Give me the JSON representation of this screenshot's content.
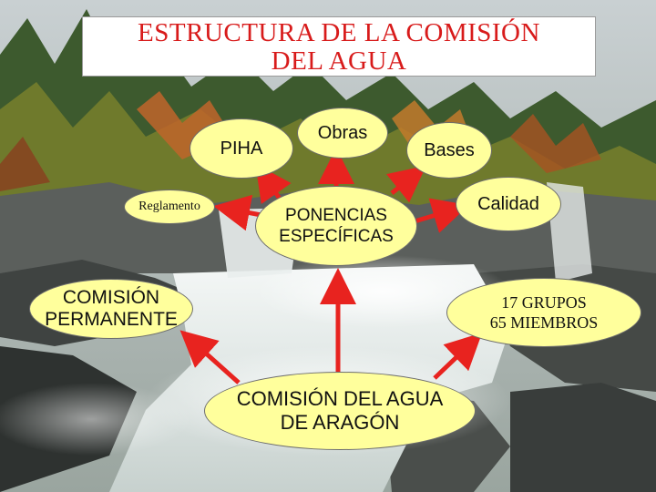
{
  "title": {
    "line1": "ESTRUCTURA DE LA COMISIÓN",
    "line2": "DEL AGUA"
  },
  "nodes": {
    "comision_agua": {
      "line1": "COMISIÓN DEL AGUA",
      "line2": "DE ARAGÓN"
    },
    "comision_permanente": {
      "line1": "COMISIÓN",
      "line2": "PERMANENTE"
    },
    "grupos": {
      "line1": "17 GRUPOS",
      "line2": "65 MIEMBROS"
    },
    "ponencias": {
      "line1": "PONENCIAS",
      "line2": "ESPECÍFICAS"
    },
    "reglamento": {
      "label": "Reglamento"
    },
    "piha": {
      "label": "PIHA"
    },
    "obras": {
      "label": "Obras"
    },
    "bases": {
      "label": "Bases"
    },
    "calidad": {
      "label": "Calidad"
    }
  },
  "colors": {
    "node_fill": "#ffff9c",
    "arrow": "#e8231f",
    "title_text": "#d81b1b"
  }
}
